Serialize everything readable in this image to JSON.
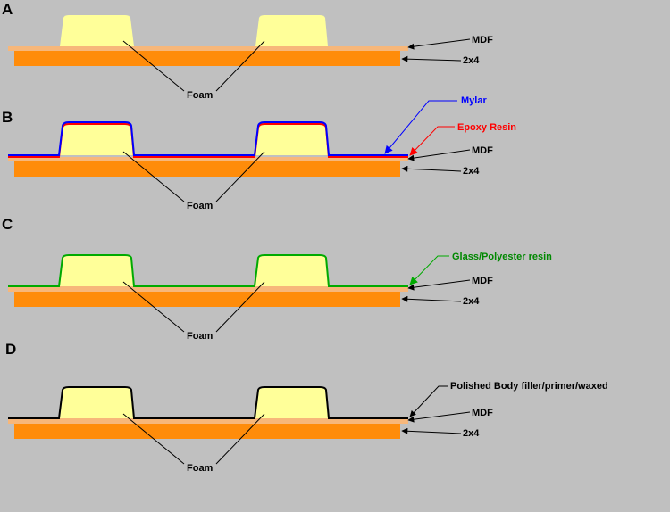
{
  "colors": {
    "background": "#c0c0c0",
    "board": "#ff8c0a",
    "mdf": "#f7b77a",
    "foam": "#ffff99",
    "mylar": "#0000ff",
    "epoxy": "#ff0000",
    "glass": "#00aa00",
    "finish": "#000000"
  },
  "panels": [
    {
      "id": "A",
      "step": "A",
      "labels": {
        "mdf": "MDF",
        "board": "2x4",
        "foam": "Foam"
      }
    },
    {
      "id": "B",
      "step": "B",
      "labels": {
        "mylar": "Mylar",
        "epoxy": "Epoxy Resin",
        "mdf": "MDF",
        "board": "2x4",
        "foam": "Foam"
      }
    },
    {
      "id": "C",
      "step": "C",
      "labels": {
        "glass": "Glass/Polyester resin",
        "mdf": "MDF",
        "board": "2x4",
        "foam": "Foam"
      }
    },
    {
      "id": "D",
      "step": "D",
      "labels": {
        "finish": "Polished Body filler/primer/waxed",
        "mdf": "MDF",
        "board": "2x4",
        "foam": "Foam"
      }
    }
  ]
}
